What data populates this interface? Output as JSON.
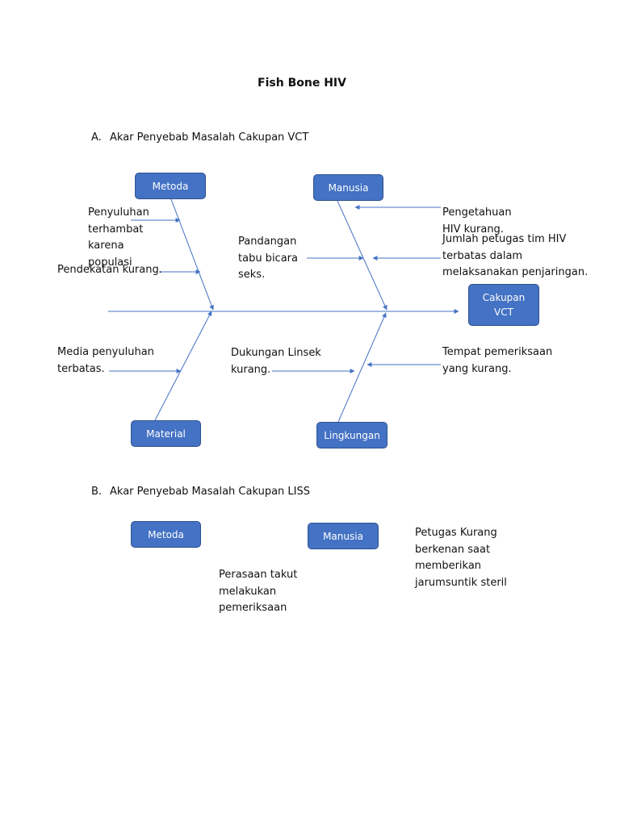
{
  "title": "Fish Bone  HIV",
  "section_a": {
    "letter": "A.",
    "heading": "Akar Penyebab Masalah Cakupan VCT",
    "nodes": {
      "metoda": "Metoda",
      "manusia": "Manusia",
      "material": "Material",
      "lingkungan": "Lingkungan",
      "effect": "Cakupan\nVCT"
    },
    "causes": {
      "penyuluhan": "Penyuluhan\nterhambat\nkarena\npopulasi",
      "pendekatan": "Pendekatan kurang.",
      "pandangan": "Pandangan\ntabu bicara\nseks.",
      "pengetahuan": "Pengetahuan\nHIV kurang.",
      "jumlah_petugas": "Jumlah petugas tim HIV\nterbatas dalam\nmelaksanakan penjaringan.",
      "media": "Media penyuluhan\nterbatas.",
      "dukungan": "Dukungan Linsek\nkurang.",
      "tempat": "Tempat pemeriksaan\nyang kurang."
    }
  },
  "section_b": {
    "letter": "B.",
    "heading": "Akar Penyebab Masalah Cakupan LISS",
    "nodes": {
      "metoda": "Metoda",
      "manusia": "Manusia"
    },
    "causes": {
      "perasaan": "Perasaan takut\nmelakukan\npemeriksaan",
      "petugas": "Petugas Kurang\nberkenan saat\nmemberikan\njarumsuntik steril"
    }
  },
  "colors": {
    "node_fill": "#4472c4",
    "node_border": "#2f528f",
    "line": "#4472c4"
  }
}
